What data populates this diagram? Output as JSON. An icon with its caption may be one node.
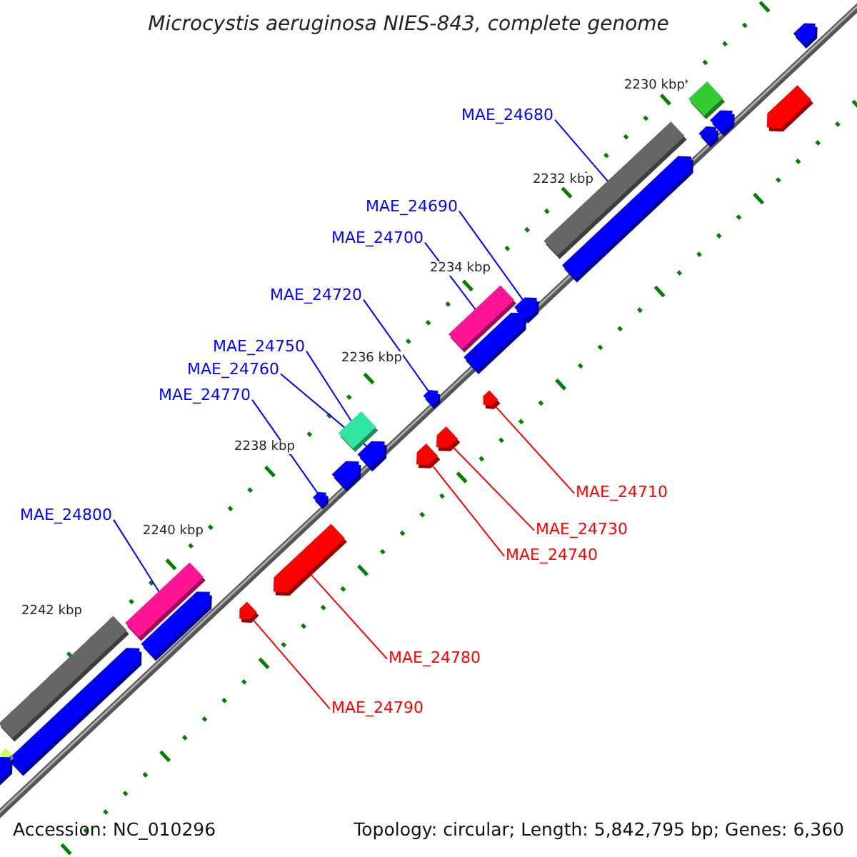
{
  "diagram": {
    "title": "Microcystis aeruginosa NIES-843, complete genome",
    "nodes": [
      {
        "text": [
          "MAE_24680"
        ]
      },
      {
        "text": [
          "MAE_24690"
        ]
      },
      {
        "text": [
          "MAE_24700"
        ]
      },
      {
        "text": [
          "MAE_24720"
        ]
      },
      {
        "text": [
          "MAE_24750"
        ]
      },
      {
        "text": [
          "MAE_24760"
        ]
      },
      {
        "text": [
          "MAE_24770"
        ]
      },
      {
        "text": [
          "MAE_24710"
        ]
      },
      {
        "text": [
          "MAE_24800"
        ]
      },
      {
        "text": [
          "MAE_24730"
        ]
      },
      {
        "text": [
          "MAE_24740"
        ]
      },
      {
        "text": [
          "MAE_24780"
        ]
      },
      {
        "text": [
          "MAE_24790"
        ]
      },
      {
        "text": [],
        "shape": "arrow"
      },
      {
        "text": [],
        "shape": "box"
      },
      {
        "text": [],
        "shape": "arrow"
      },
      {
        "text": [],
        "shape": "arrow"
      },
      {
        "text": [],
        "shape": "arrow"
      },
      {
        "text": [],
        "shape": "box"
      },
      {
        "text": [],
        "shape": "arrow"
      },
      {
        "text": [],
        "shape": "arrow"
      },
      {
        "text": [],
        "shape": "box"
      },
      {
        "text": [],
        "shape": "arrow"
      },
      {
        "text": [],
        "shape": "arrow"
      },
      {
        "text": [],
        "shape": "arrow"
      },
      {
        "text": [],
        "shape": "box"
      },
      {
        "text": [],
        "shape": "arrow"
      },
      {
        "text": [],
        "shape": "arrow"
      },
      {
        "text": [],
        "shape": "arrow"
      },
      {
        "text": [],
        "shape": "arrow"
      },
      {
        "text": [],
        "shape": "arrow"
      },
      {
        "text": [],
        "shape": "arrow"
      },
      {
        "text": [],
        "shape": "box"
      },
      {
        "text": [],
        "shape": "arrow"
      },
      {
        "text": [],
        "shape": "arrow"
      },
      {
        "text": [],
        "shape": "box"
      },
      {
        "text": [],
        "shape": "arrow"
      },
      {
        "text": [],
        "shape": "box"
      },
      {
        "text": [],
        "shape": "arrow"
      }
    ],
    "edges": [
      {
        "from": 0,
        "to": 18,
        "arrow": "none"
      },
      {
        "from": 1,
        "to": 20,
        "arrow": "none"
      },
      {
        "from": 2,
        "to": 21,
        "arrow": "none"
      },
      {
        "from": 3,
        "to": 23,
        "arrow": "none"
      },
      {
        "from": 4,
        "to": 25,
        "arrow": "none"
      },
      {
        "from": 5,
        "to": 27,
        "arrow": "none"
      },
      {
        "from": 6,
        "to": 30,
        "arrow": "none"
      },
      {
        "from": 7,
        "to": 24,
        "arrow": "none",
        "color": "#ff0000"
      },
      {
        "from": 8,
        "to": 32,
        "arrow": "none"
      },
      {
        "from": 9,
        "to": 26,
        "arrow": "none",
        "color": "#ff0000"
      },
      {
        "from": 10,
        "to": 28,
        "arrow": "none",
        "color": "#ff0000"
      },
      {
        "from": 11,
        "to": 31,
        "arrow": "none",
        "color": "#ff0000"
      },
      {
        "from": 12,
        "to": 33,
        "arrow": "none",
        "color": "#ff0000"
      }
    ],
    "labels": [
      "2230 kbp",
      "2232 kbp",
      "2234 kbp",
      "2236 kbp",
      "2238 kbp",
      "2240 kbp",
      "2242 kbp",
      "Accession: NC_010296",
      "Topology: circular; Length: 5,842,795 bp; Genes: 6,360"
    ]
  }
}
